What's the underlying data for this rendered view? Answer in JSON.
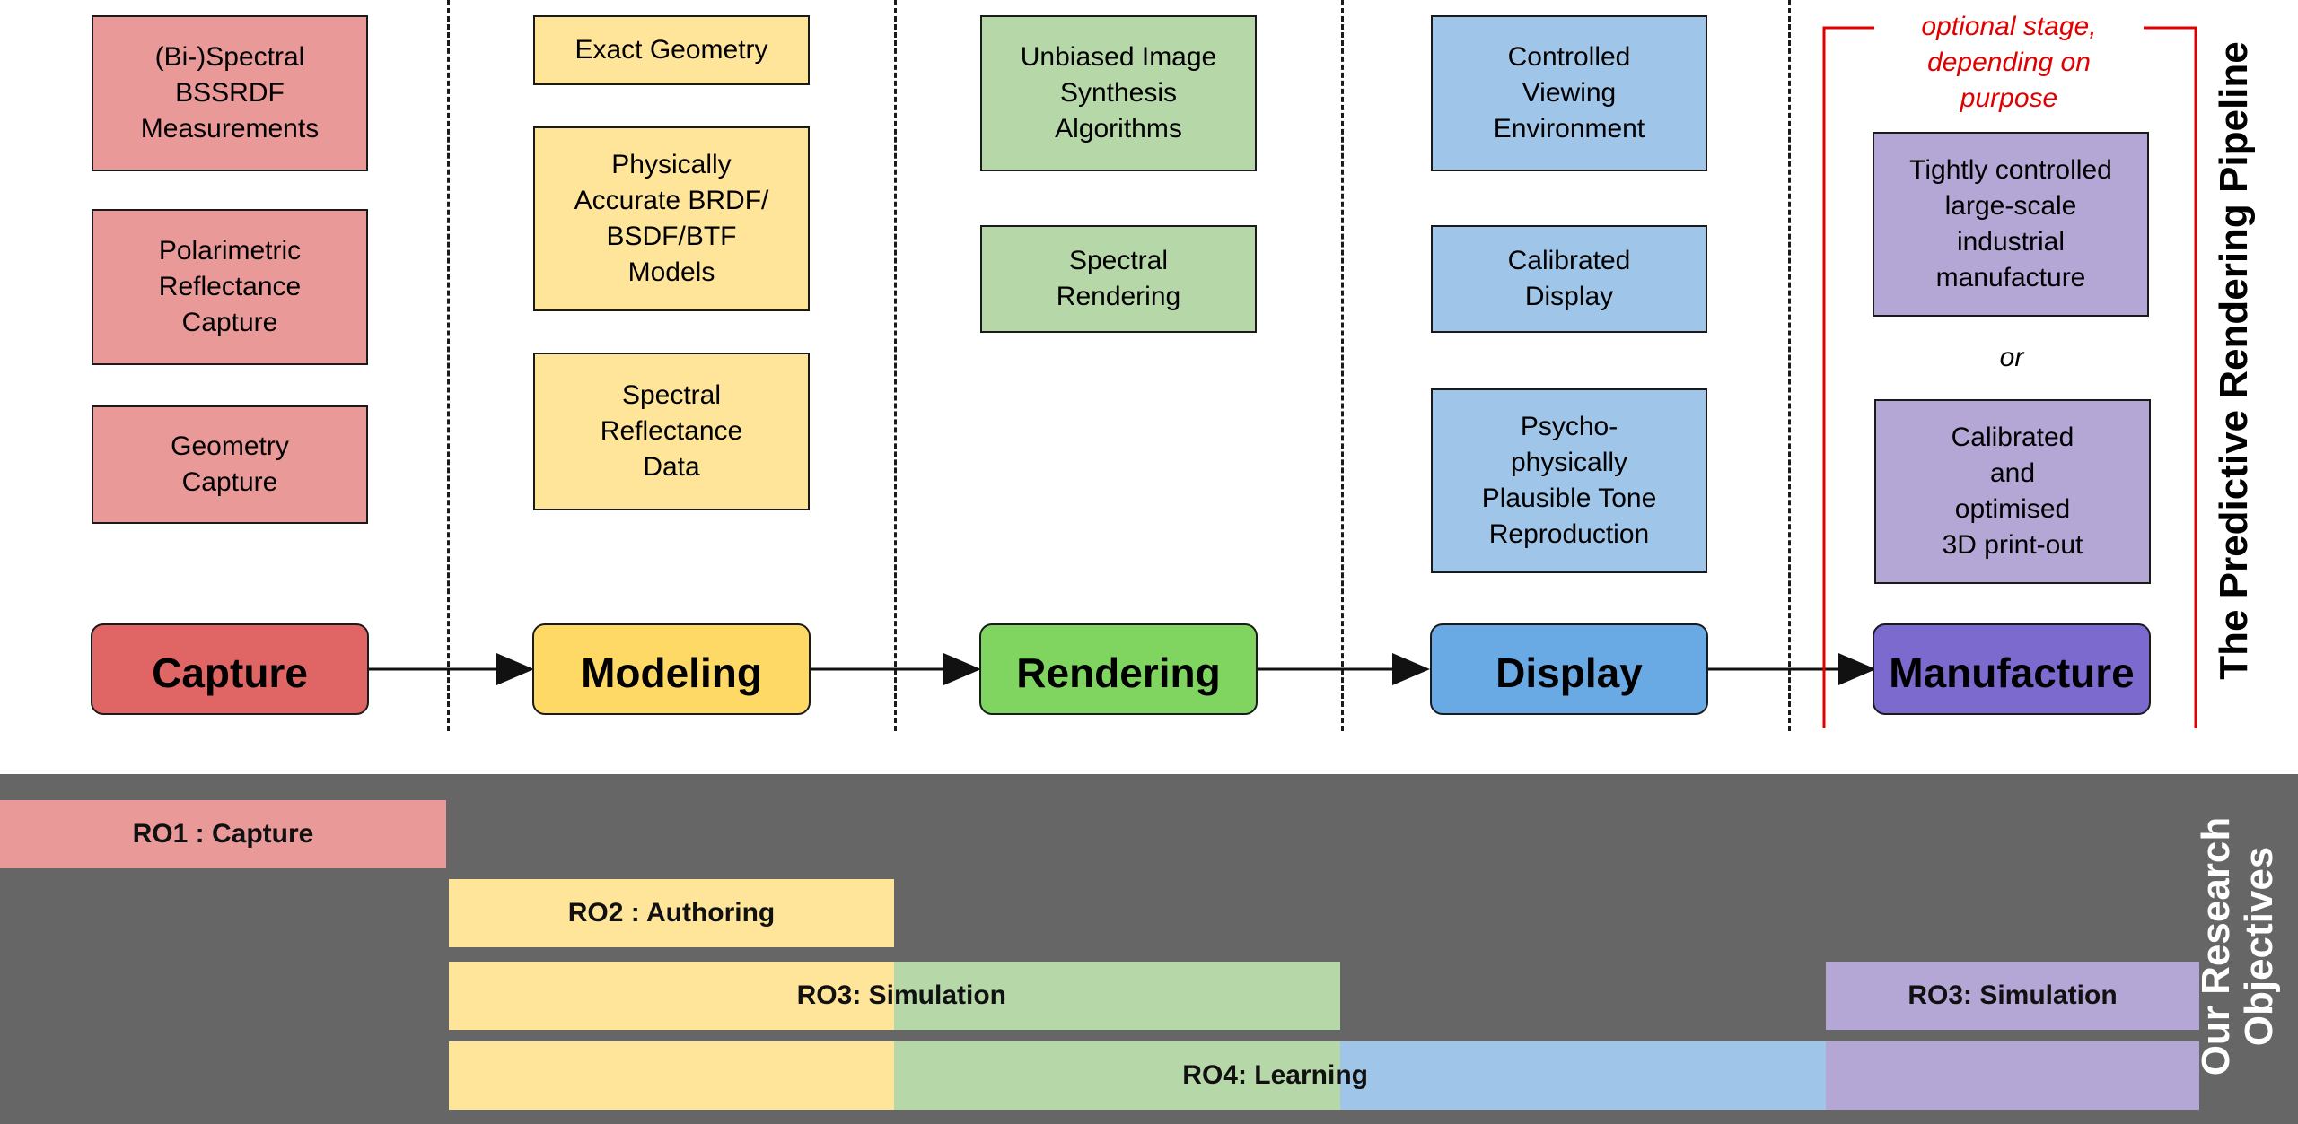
{
  "stages": {
    "capture": "Capture",
    "modeling": "Modeling",
    "rendering": "Rendering",
    "display": "Display",
    "manufacture": "Manufacture"
  },
  "capture_items": [
    "(Bi-)Spectral\nBSSRDF\nMeasurements",
    "Polarimetric\nReflectance\nCapture",
    "Geometry\nCapture"
  ],
  "modeling_items": [
    "Exact Geometry",
    "Physically\nAccurate BRDF/\nBSDF/BTF\nModels",
    "Spectral\nReflectance\nData"
  ],
  "rendering_items": [
    "Unbiased Image\nSynthesis\nAlgorithms",
    "Spectral\nRendering"
  ],
  "display_items": [
    "Controlled\nViewing\nEnvironment",
    "Calibrated\nDisplay",
    "Psycho-\nphysically\nPlausible Tone\nReproduction"
  ],
  "manufacture_items": [
    "Tightly controlled\nlarge-scale\nindustrial\nmanufacture",
    "Calibrated\nand\noptimised\n3D print-out"
  ],
  "optional_note": "optional stage,\ndepending on\npurpose",
  "or_text": "or",
  "pipeline_title": "The Predictive Rendering Pipeline",
  "research": {
    "title": "Our Research\nObjectives",
    "ro1": "RO1 : Capture",
    "ro2": "RO2 : Authoring",
    "ro3a_left": "RO3: Si",
    "ro3a_right": "mulation",
    "ro3b": "RO3: Simulation",
    "ro4_left": "RO4: Lea",
    "ro4_right": "rning"
  },
  "colors": {
    "capture": "#ea9999",
    "modeling": "#ffe599",
    "rendering": "#b6d7a8",
    "display": "#9fc5e8",
    "manufacture": "#b4a7d6",
    "optional_bracket": "#e00000",
    "research_background": "#666666"
  }
}
